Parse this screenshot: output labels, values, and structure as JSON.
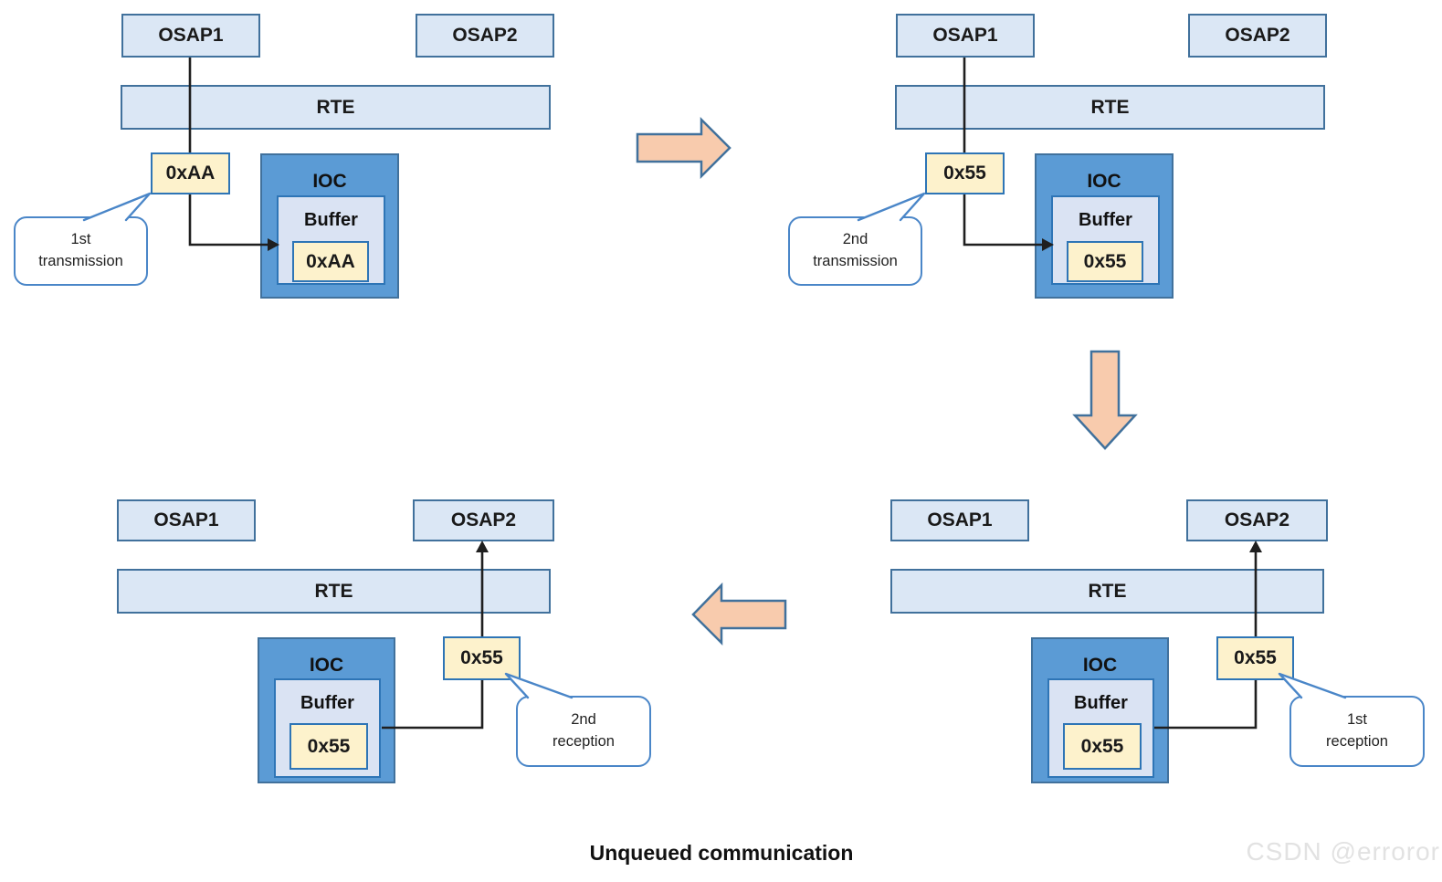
{
  "caption": "Unqueued communication",
  "watermark": "CSDN @erroror",
  "colors": {
    "box_fill": "#dbe7f5",
    "box_border": "#41719c",
    "ioc_fill": "#5b9bd5",
    "buffer_fill": "#dae3f3",
    "value_fill": "#fdf2cc",
    "value_border": "#2e75b6",
    "arrow_fill": "#f8cbad",
    "callout_border": "#4a86c8",
    "line_color": "#1f1f1f"
  },
  "panels": {
    "top_left": {
      "osap1": "OSAP1",
      "osap2": "OSAP2",
      "rte": "RTE",
      "value": "0xAA",
      "ioc": "IOC",
      "buffer": "Buffer",
      "buffer_value": "0xAA",
      "callout": "1st\ntransmission"
    },
    "top_right": {
      "osap1": "OSAP1",
      "osap2": "OSAP2",
      "rte": "RTE",
      "value": "0x55",
      "ioc": "IOC",
      "buffer": "Buffer",
      "buffer_value": "0x55",
      "callout": "2nd\ntransmission"
    },
    "bottom_left": {
      "osap1": "OSAP1",
      "osap2": "OSAP2",
      "rte": "RTE",
      "value": "0x55",
      "ioc": "IOC",
      "buffer": "Buffer",
      "buffer_value": "0x55",
      "callout": "2nd\nreception"
    },
    "bottom_right": {
      "osap1": "OSAP1",
      "osap2": "OSAP2",
      "rte": "RTE",
      "value": "0x55",
      "ioc": "IOC",
      "buffer": "Buffer",
      "buffer_value": "0x55",
      "callout": "1st\nreception"
    }
  }
}
